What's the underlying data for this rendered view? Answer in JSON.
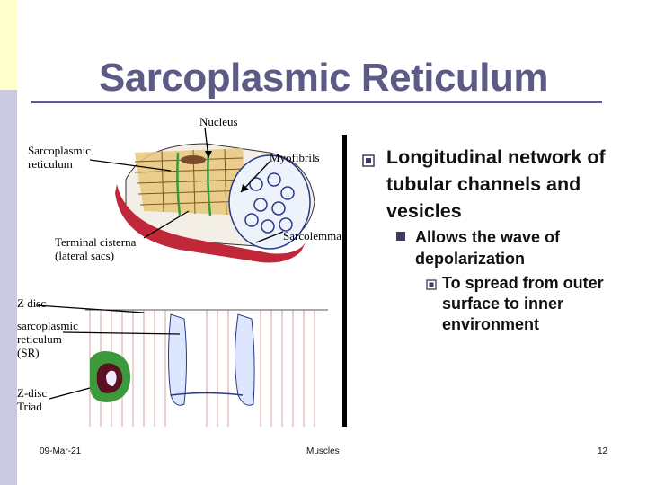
{
  "slide": {
    "title": "Sarcoplasmic Reticulum",
    "figure_labels": {
      "nucleus": "Nucleus",
      "sarcoplasmic_reticulum_top": "Sarcoplasmic reticulum",
      "myofibrils": "Myofibrils",
      "sarcolemma": "Sarcolemma",
      "terminal_cisterna": "Terminal cisterna (lateral sacs)",
      "z_disc": "Z disc",
      "sarcoplasmic_reticulum_sr": "sarcoplasmic reticulum (SR)",
      "z_disc_triad": "Z-disc Triad"
    },
    "bullets": {
      "level1": "Longitudinal network of tubular channels and vesicles",
      "level2": "Allows the wave of depolarization",
      "level3": "To spread from outer surface to inner environment"
    },
    "footer": {
      "date": "09-Mar-21",
      "topic": "Muscles",
      "page_number": "12"
    }
  },
  "colors": {
    "title": "#5b5b86",
    "sidebar": "#c9c9e0",
    "sidebar_strip": "#ffffcc",
    "bullet": "#3c3c62",
    "sarcolemma": "#c0283a",
    "fibril": "#e8c67a",
    "sr_green": "#3c9a3c"
  },
  "icons": [
    "square-bullet-outline-icon",
    "square-bullet-filled-icon",
    "square-bullet-small-icon"
  ]
}
